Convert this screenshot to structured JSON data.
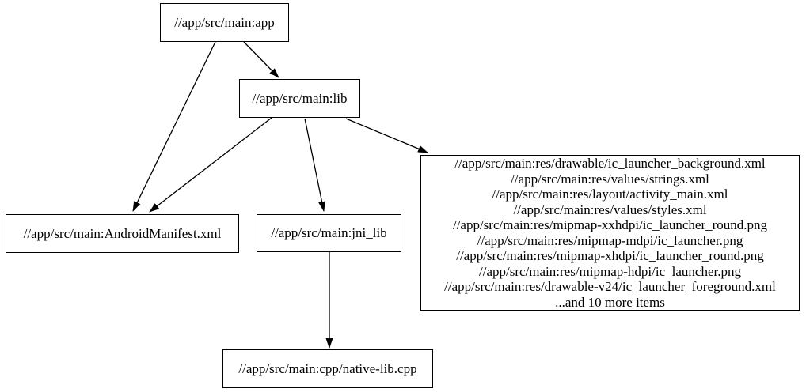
{
  "graph": {
    "colors": {
      "background": "#ffffff",
      "node_fill": "#ffffff",
      "node_border": "#000000",
      "edge": "#000000",
      "text": "#000000"
    },
    "nodes": {
      "app": {
        "label": "//app/src/main:app"
      },
      "lib": {
        "label": "//app/src/main:lib"
      },
      "android_manifest": {
        "label": "//app/src/main:AndroidManifest.xml"
      },
      "jni_lib": {
        "label": "//app/src/main:jni_lib"
      },
      "resources": {
        "lines": [
          "//app/src/main:res/drawable/ic_launcher_background.xml",
          "//app/src/main:res/values/strings.xml",
          "//app/src/main:res/layout/activity_main.xml",
          "//app/src/main:res/values/styles.xml",
          "//app/src/main:res/mipmap-xxhdpi/ic_launcher_round.png",
          "//app/src/main:res/mipmap-mdpi/ic_launcher.png",
          "//app/src/main:res/mipmap-xhdpi/ic_launcher_round.png",
          "//app/src/main:res/mipmap-hdpi/ic_launcher.png",
          "//app/src/main:res/drawable-v24/ic_launcher_foreground.xml",
          "...and 10 more items"
        ]
      },
      "native_lib_cpp": {
        "label": "//app/src/main:cpp/native-lib.cpp"
      }
    },
    "edges": [
      {
        "from": "app",
        "to": "lib"
      },
      {
        "from": "app",
        "to": "android_manifest"
      },
      {
        "from": "lib",
        "to": "android_manifest"
      },
      {
        "from": "lib",
        "to": "jni_lib"
      },
      {
        "from": "lib",
        "to": "resources"
      },
      {
        "from": "jni_lib",
        "to": "native_lib_cpp"
      }
    ]
  }
}
